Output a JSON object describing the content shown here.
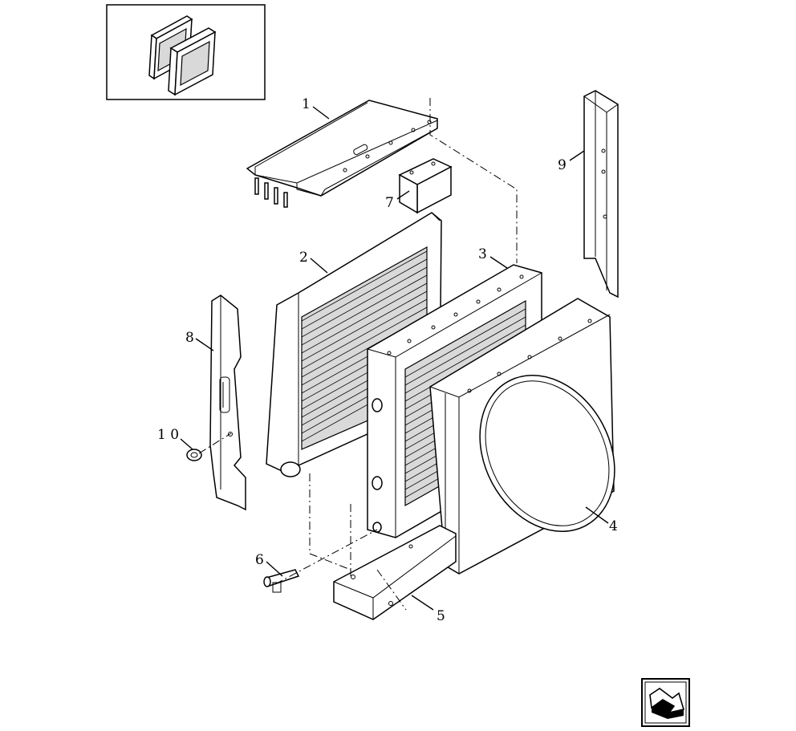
{
  "callouts": {
    "c1": "1",
    "c2": "2",
    "c3": "3",
    "c4": "4",
    "c5": "5",
    "c6": "6",
    "c7": "7",
    "c8": "8",
    "c9": "9",
    "c10": "1 0"
  },
  "nav": {
    "icon": "next-page-arrow-icon"
  },
  "colors": {
    "line": "#000000",
    "fill": "#ffffff",
    "shade": "#d9d9d9"
  }
}
